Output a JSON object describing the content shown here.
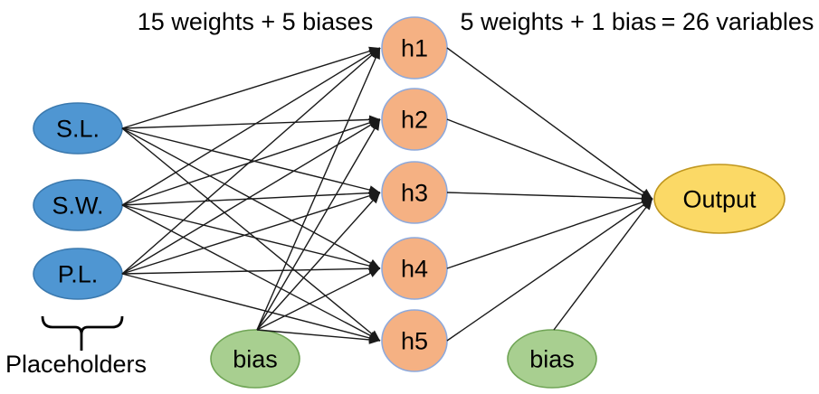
{
  "annotations": {
    "hidden_layer_label": "15 weights + 5 biases",
    "output_layer_label": "5 weights + 1 bias",
    "total_label": "= 26 variables",
    "placeholders_label": "Placeholders"
  },
  "nodes": {
    "inputs": [
      {
        "id": "sl",
        "label": "S.L."
      },
      {
        "id": "sw",
        "label": "S.W."
      },
      {
        "id": "pl",
        "label": "P.L."
      }
    ],
    "hidden": [
      {
        "id": "h1",
        "label": "h1"
      },
      {
        "id": "h2",
        "label": "h2"
      },
      {
        "id": "h3",
        "label": "h3"
      },
      {
        "id": "h4",
        "label": "h4"
      },
      {
        "id": "h5",
        "label": "h5"
      }
    ],
    "biases": [
      {
        "id": "bias1",
        "label": "bias"
      },
      {
        "id": "bias2",
        "label": "bias"
      }
    ],
    "output": {
      "id": "out",
      "label": "Output"
    }
  },
  "colors": {
    "input_fill": "#4f96d2",
    "input_stroke": "#3b79ae",
    "hidden_fill": "#f5b183",
    "hidden_stroke": "#8ea9db",
    "bias_fill": "#a8cf90",
    "bias_stroke": "#70a556",
    "output_fill": "#fbd966",
    "output_stroke": "#c0971f",
    "edge": "#1a1a1a"
  },
  "connections": [
    {
      "from": "sl",
      "to": "h1"
    },
    {
      "from": "sl",
      "to": "h2"
    },
    {
      "from": "sl",
      "to": "h3"
    },
    {
      "from": "sl",
      "to": "h4"
    },
    {
      "from": "sl",
      "to": "h5"
    },
    {
      "from": "sw",
      "to": "h1"
    },
    {
      "from": "sw",
      "to": "h2"
    },
    {
      "from": "sw",
      "to": "h3"
    },
    {
      "from": "sw",
      "to": "h4"
    },
    {
      "from": "sw",
      "to": "h5"
    },
    {
      "from": "pl",
      "to": "h1"
    },
    {
      "from": "pl",
      "to": "h2"
    },
    {
      "from": "pl",
      "to": "h3"
    },
    {
      "from": "pl",
      "to": "h4"
    },
    {
      "from": "pl",
      "to": "h5"
    },
    {
      "from": "bias1",
      "to": "h1"
    },
    {
      "from": "bias1",
      "to": "h2"
    },
    {
      "from": "bias1",
      "to": "h3"
    },
    {
      "from": "bias1",
      "to": "h4"
    },
    {
      "from": "bias1",
      "to": "h5"
    },
    {
      "from": "h1",
      "to": "out"
    },
    {
      "from": "h2",
      "to": "out"
    },
    {
      "from": "h3",
      "to": "out"
    },
    {
      "from": "h4",
      "to": "out"
    },
    {
      "from": "h5",
      "to": "out"
    },
    {
      "from": "bias2",
      "to": "out"
    }
  ]
}
